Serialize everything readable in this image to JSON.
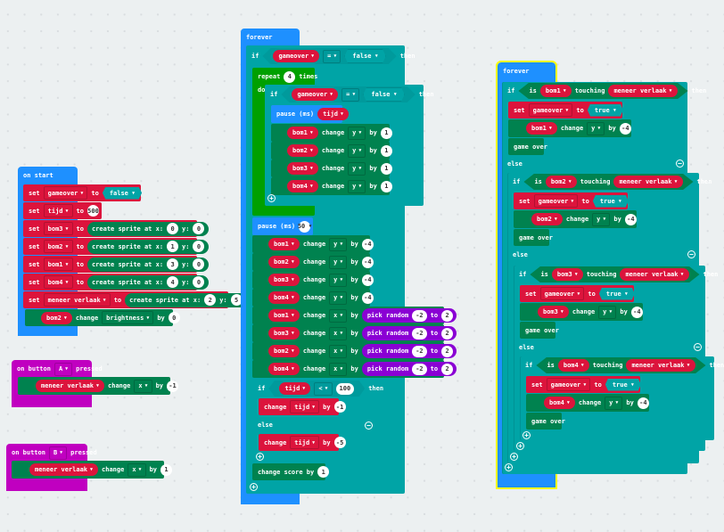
{
  "on_start": {
    "label": "on start",
    "rows": [
      {
        "kw": "set",
        "var": "gameover",
        "to": "to",
        "value": "false"
      },
      {
        "kw": "set",
        "var": "tijd",
        "to": "to",
        "num": "500"
      },
      {
        "kw": "set",
        "var": "bom3",
        "to": "to",
        "sprite": "create sprite at x:",
        "x": "0",
        "y_label": "y:",
        "y": "0"
      },
      {
        "kw": "set",
        "var": "bom2",
        "to": "to",
        "sprite": "create sprite at x:",
        "x": "1",
        "y_label": "y:",
        "y": "0"
      },
      {
        "kw": "set",
        "var": "bom1",
        "to": "to",
        "sprite": "create sprite at x:",
        "x": "3",
        "y_label": "y:",
        "y": "0"
      },
      {
        "kw": "set",
        "var": "bom4",
        "to": "to",
        "sprite": "create sprite at x:",
        "x": "4",
        "y_label": "y:",
        "y": "0"
      },
      {
        "kw": "set",
        "var": "meneer verlaak",
        "to": "to",
        "sprite": "create sprite at x:",
        "x": "2",
        "y_label": "y:",
        "y": "5"
      }
    ],
    "brightness": {
      "sprite": "bom2",
      "change": "change",
      "prop": "brightness",
      "by": "by",
      "value": "0"
    }
  },
  "button_a": {
    "on": "on button",
    "button": "A",
    "pressed": "pressed",
    "sprite": "meneer verlaak",
    "change": "change",
    "axis": "x",
    "by": "by",
    "value": "-1"
  },
  "button_b": {
    "on": "on button",
    "button": "B",
    "pressed": "pressed",
    "sprite": "meneer verlaak",
    "change": "change",
    "axis": "x",
    "by": "by",
    "value": "1"
  },
  "forever1": {
    "label": "forever",
    "if_kw": "if",
    "if_var": "gameover",
    "op": "=",
    "if_val": "false",
    "then": "then",
    "repeat": "repeat",
    "repeat_n": "4",
    "times": "times",
    "do": "do",
    "inner_if_var": "gameover",
    "inner_op": "=",
    "inner_val": "false",
    "pause_label": "pause (ms)",
    "pause_var": "tijd",
    "moves_down": [
      {
        "sprite": "bom1",
        "change": "change",
        "axis": "y",
        "by": "by",
        "value": "1"
      },
      {
        "sprite": "bom2",
        "change": "change",
        "axis": "y",
        "by": "by",
        "value": "1"
      },
      {
        "sprite": "bom3",
        "change": "change",
        "axis": "y",
        "by": "by",
        "value": "1"
      },
      {
        "sprite": "bom4",
        "change": "change",
        "axis": "y",
        "by": "by",
        "value": "1"
      }
    ],
    "pause2_label": "pause (ms)",
    "pause2_val": "50",
    "moves_up": [
      {
        "sprite": "bom1",
        "change": "change",
        "axis": "y",
        "by": "by",
        "value": "-4"
      },
      {
        "sprite": "bom2",
        "change": "change",
        "axis": "y",
        "by": "by",
        "value": "-4"
      },
      {
        "sprite": "bom3",
        "change": "change",
        "axis": "y",
        "by": "by",
        "value": "-4"
      },
      {
        "sprite": "bom4",
        "change": "change",
        "axis": "y",
        "by": "by",
        "value": "-4"
      }
    ],
    "moves_random": [
      {
        "sprite": "bom1",
        "change": "change",
        "axis": "x",
        "by": "by",
        "pick": "pick random",
        "from": "-2",
        "to": "to",
        "to_val": "2"
      },
      {
        "sprite": "bom3",
        "change": "change",
        "axis": "x",
        "by": "by",
        "pick": "pick random",
        "from": "-2",
        "to": "to",
        "to_val": "2"
      },
      {
        "sprite": "bom2",
        "change": "change",
        "axis": "x",
        "by": "by",
        "pick": "pick random",
        "from": "-2",
        "to": "to",
        "to_val": "2"
      },
      {
        "sprite": "bom4",
        "change": "change",
        "axis": "x",
        "by": "by",
        "pick": "pick random",
        "from": "-2",
        "to": "to",
        "to_val": "2"
      }
    ],
    "tijd_if": {
      "if": "if",
      "var": "tijd",
      "op": "<",
      "value": "100",
      "then": "then"
    },
    "tijd_change1": {
      "change": "change",
      "var": "tijd",
      "by": "by",
      "value": "-1"
    },
    "else": "else",
    "tijd_change2": {
      "change": "change",
      "var": "tijd",
      "by": "by",
      "value": "-5"
    },
    "score": {
      "label": "change score by",
      "value": "1"
    }
  },
  "forever2": {
    "label": "forever",
    "branches": [
      {
        "if": "if",
        "is": "is",
        "sprite": "bom1",
        "touching": "touching",
        "target": "meneer verlaak",
        "then": "then",
        "set": "set",
        "var": "gameover",
        "to": "to",
        "val": "true",
        "change": "change",
        "axis": "y",
        "by": "by",
        "amount": "-4",
        "game_over": "game over",
        "else": "else"
      },
      {
        "if": "if",
        "is": "is",
        "sprite": "bom2",
        "touching": "touching",
        "target": "meneer verlaak",
        "then": "then",
        "set": "set",
        "var": "gameover",
        "to": "to",
        "val": "true",
        "change": "change",
        "axis": "y",
        "by": "by",
        "amount": "-4",
        "game_over": "game over",
        "else": "else"
      },
      {
        "if": "if",
        "is": "is",
        "sprite": "bom3",
        "touching": "touching",
        "target": "meneer verlaak",
        "then": "then",
        "set": "set",
        "var": "gameover",
        "to": "to",
        "val": "true",
        "change": "change",
        "axis": "y",
        "by": "by",
        "amount": "-4",
        "game_over": "game over",
        "else": "else"
      },
      {
        "if": "if",
        "is": "is",
        "sprite": "bom4",
        "touching": "touching",
        "target": "meneer verlaak",
        "then": "then",
        "set": "set",
        "var": "gameover",
        "to": "to",
        "val": "true",
        "change": "change",
        "axis": "y",
        "by": "by",
        "amount": "-4",
        "game_over": "game over"
      }
    ]
  },
  "colors": {
    "event": "#1e90ff",
    "button_event": "#c000c0",
    "logic": "#00a4a6",
    "loop": "#00a000",
    "variable": "#dc143c",
    "sprite": "#00824f",
    "math": "#8a00d4",
    "workspace": "#ecf0f1",
    "selection": "#ffff00"
  }
}
